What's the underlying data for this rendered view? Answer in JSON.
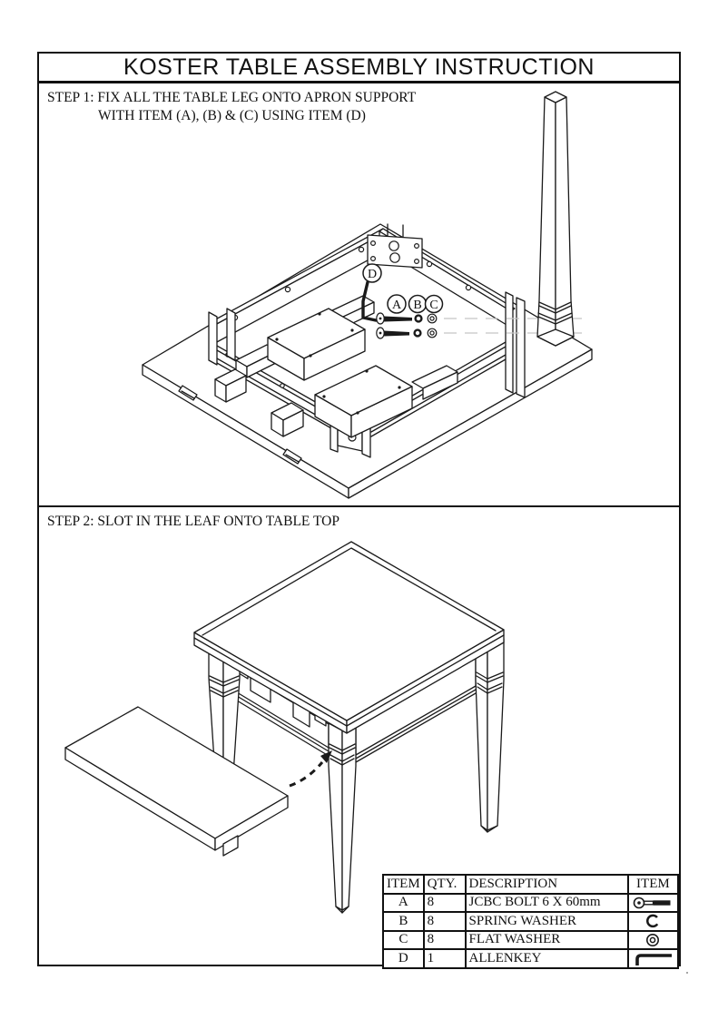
{
  "document": {
    "title": "KOSTER TABLE ASSEMBLY INSTRUCTION"
  },
  "step1": {
    "line1": "STEP 1: FIX ALL THE TABLE LEG ONTO APRON SUPPORT",
    "line2": "WITH ITEM (A), (B) & (C) USING ITEM (D)"
  },
  "step2": {
    "line1": "STEP 2: SLOT IN THE LEAF ONTO TABLE TOP"
  },
  "callouts": {
    "a": "A",
    "b": "B",
    "c": "C",
    "d": "D"
  },
  "parts_table": {
    "headers": {
      "item": "ITEM",
      "qty": "QTY.",
      "description": "DESCRIPTION",
      "item_icon": "ITEM"
    },
    "rows": [
      {
        "item": "A",
        "qty": "8",
        "description": "JCBC BOLT 6 X 60mm",
        "icon": "bolt-icon"
      },
      {
        "item": "B",
        "qty": "8",
        "description": "SPRING WASHER",
        "icon": "spring-washer-icon"
      },
      {
        "item": "C",
        "qty": "8",
        "description": "FLAT WASHER",
        "icon": "flat-washer-icon"
      },
      {
        "item": "D",
        "qty": "1",
        "description": "ALLENKEY",
        "icon": "allen-key-icon"
      }
    ]
  },
  "colors": {
    "line": "#1a1a1a",
    "dashed_guide": "#c5c5c5",
    "background": "#ffffff"
  }
}
